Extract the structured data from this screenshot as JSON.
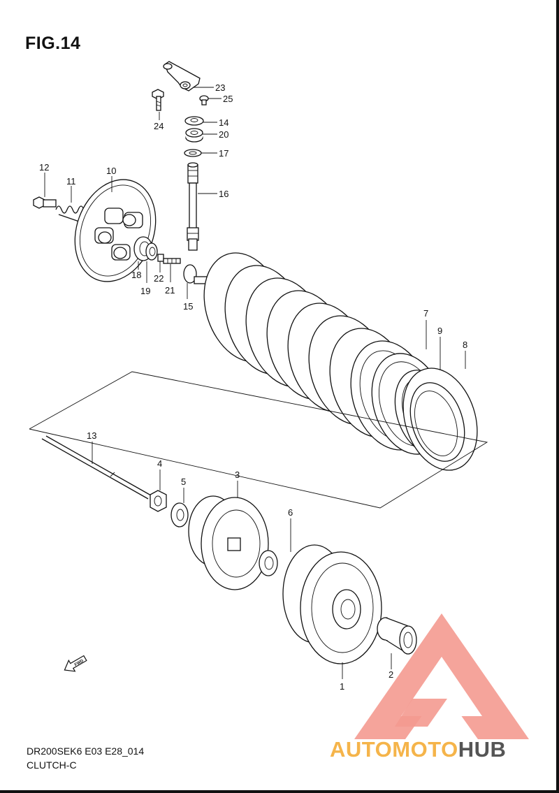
{
  "figure": {
    "title": "FIG.14",
    "code": "DR200SEK6 E03 E28_014",
    "name": "CLUTCH-C"
  },
  "direction_badge": {
    "label": "FWD",
    "icon": "forward-arrow-icon"
  },
  "callouts": [
    {
      "id": "23",
      "label": "23"
    },
    {
      "id": "25",
      "label": "25"
    },
    {
      "id": "24",
      "label": "24"
    },
    {
      "id": "14",
      "label": "14"
    },
    {
      "id": "20",
      "label": "20"
    },
    {
      "id": "17",
      "label": "17"
    },
    {
      "id": "16",
      "label": "16"
    },
    {
      "id": "12",
      "label": "12"
    },
    {
      "id": "10",
      "label": "10"
    },
    {
      "id": "11",
      "label": "11"
    },
    {
      "id": "18",
      "label": "18"
    },
    {
      "id": "19",
      "label": "19"
    },
    {
      "id": "22",
      "label": "22"
    },
    {
      "id": "21",
      "label": "21"
    },
    {
      "id": "15",
      "label": "15"
    },
    {
      "id": "7",
      "label": "7"
    },
    {
      "id": "9",
      "label": "9"
    },
    {
      "id": "8",
      "label": "8"
    },
    {
      "id": "13",
      "label": "13"
    },
    {
      "id": "4",
      "label": "4"
    },
    {
      "id": "5",
      "label": "5"
    },
    {
      "id": "3",
      "label": "3"
    },
    {
      "id": "6",
      "label": "6"
    },
    {
      "id": "1",
      "label": "1"
    },
    {
      "id": "2",
      "label": "2"
    }
  ],
  "watermark": {
    "part1": "AUTOMOTO",
    "part2": "HUB",
    "color_primary": "#f26a5a",
    "color_secondary": "#f5b44a",
    "color_dark": "#555555"
  }
}
